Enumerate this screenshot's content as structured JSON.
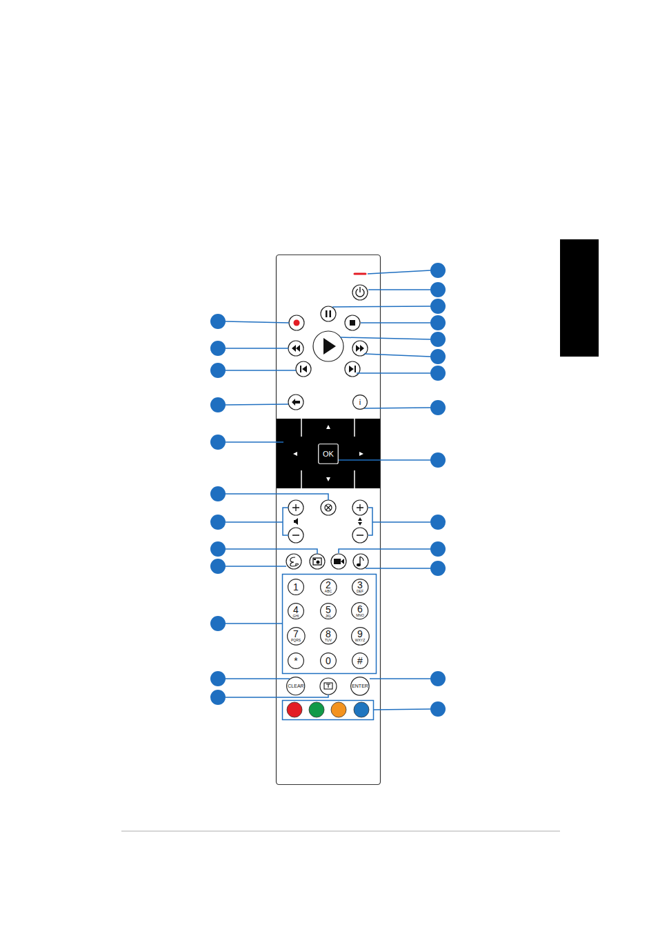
{
  "diagram": {
    "nodes": [
      {
        "text": [
          "i"
        ]
      },
      {
        "text": [
          "OK"
        ]
      },
      {
        "text": [
          "1"
        ]
      },
      {
        "text": [
          "2",
          "ABC"
        ]
      },
      {
        "text": [
          "3",
          "DEF"
        ]
      },
      {
        "text": [
          "4",
          "GHI"
        ]
      },
      {
        "text": [
          "5",
          "JKL"
        ]
      },
      {
        "text": [
          "6",
          "MNO"
        ]
      },
      {
        "text": [
          "7",
          "PQRS"
        ]
      },
      {
        "text": [
          "8",
          "TUV"
        ]
      },
      {
        "text": [
          "9",
          "WXYZ"
        ]
      },
      {
        "text": [
          "*"
        ]
      },
      {
        "text": [
          "0"
        ]
      },
      {
        "text": [
          "#"
        ]
      },
      {
        "text": [
          "CLEAR"
        ]
      },
      {
        "text": [
          "ENTER"
        ]
      }
    ]
  }
}
